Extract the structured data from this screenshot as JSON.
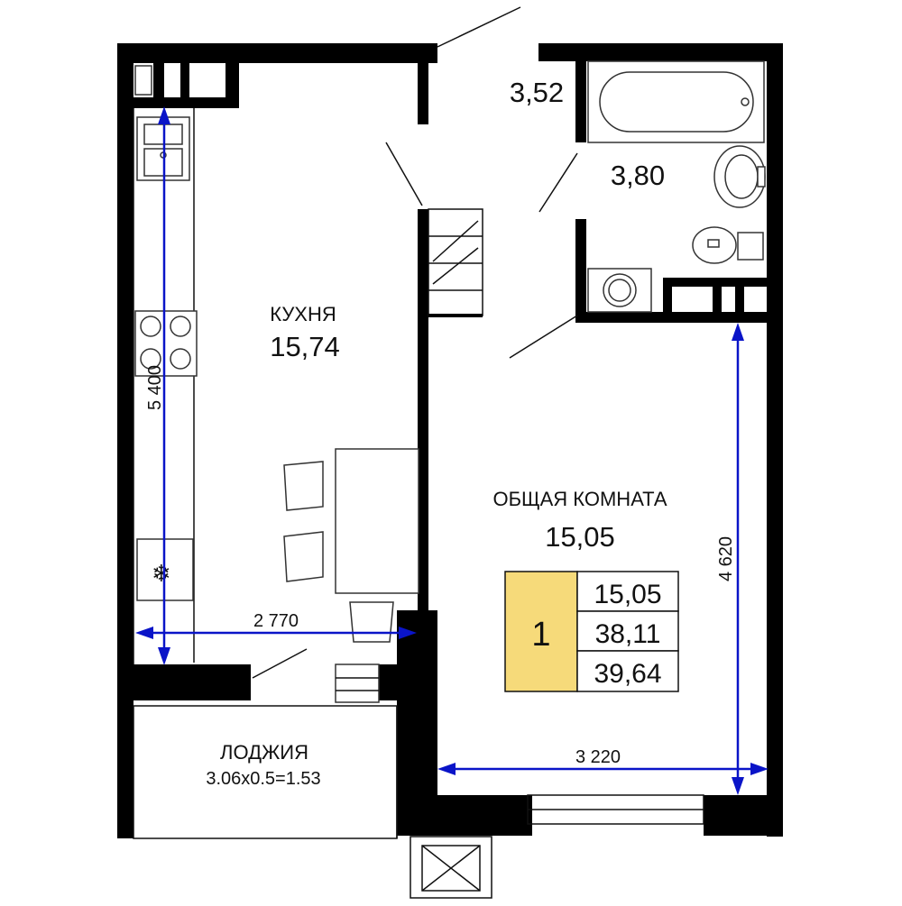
{
  "rooms": {
    "kitchen": {
      "label": "КУХНЯ",
      "area": "15,74"
    },
    "living": {
      "label": "ОБЩАЯ КОМНАТА",
      "area": "15,05"
    },
    "loggia": {
      "label": "ЛОДЖИЯ",
      "formula": "3.06x0.5=1.53"
    },
    "hall": {
      "area": "3,52"
    },
    "bathroom": {
      "area": "3,80"
    }
  },
  "dimensions": {
    "kitchen_length": "5 400",
    "kitchen_width": "2 770",
    "living_length": "4 620",
    "living_width": "3 220"
  },
  "summary": {
    "rooms_count": "1",
    "living_area": "15,05",
    "total_area_without_loggia": "38,11",
    "total_area": "39,64"
  },
  "colors": {
    "walls": "#000000",
    "dimension_lines": "#0a14c8",
    "summary_badge": "#f6da7a"
  }
}
